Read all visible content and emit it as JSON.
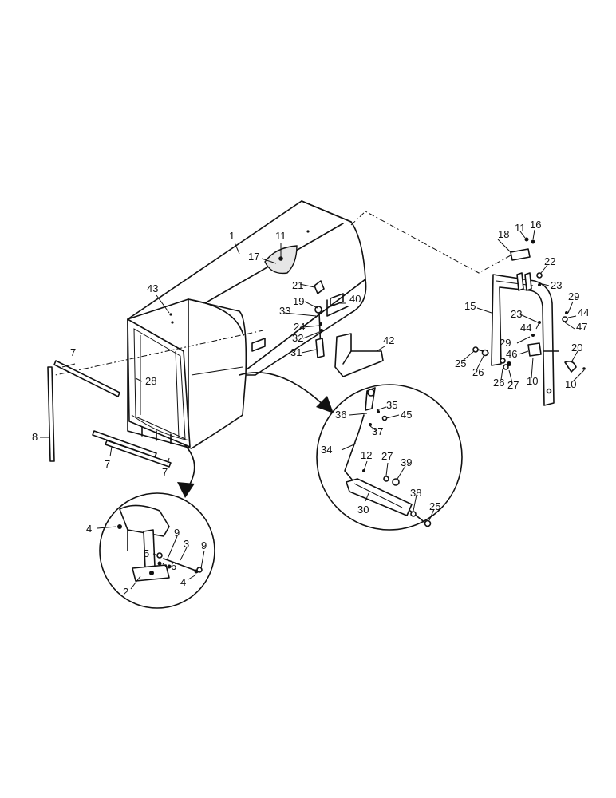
{
  "diagram": {
    "callouts": {
      "c1": "1",
      "c2": "2",
      "c3": "3",
      "c4a": "4",
      "c4b": "4",
      "c5": "5",
      "c6": "6",
      "c7a": "7",
      "c7b": "7",
      "c7c": "7",
      "c8": "8",
      "c9a": "9",
      "c9b": "9",
      "c10a": "10",
      "c10b": "10",
      "c11a": "11",
      "c11b": "11",
      "c12": "12",
      "c15": "15",
      "c16": "16",
      "c17": "17",
      "c18": "18",
      "c19": "19",
      "c20": "20",
      "c21": "21",
      "c22": "22",
      "c23a": "23",
      "c23b": "23",
      "c24": "24",
      "c25a": "25",
      "c25b": "25",
      "c26a": "26",
      "c26b": "26",
      "c27a": "27",
      "c27b": "27",
      "c28": "28",
      "c29a": "29",
      "c29b": "29",
      "c30": "30",
      "c31": "31",
      "c32": "32",
      "c33": "33",
      "c34": "34",
      "c35": "35",
      "c36": "36",
      "c37": "37",
      "c38": "38",
      "c39": "39",
      "c40": "40",
      "c42": "42",
      "c43": "43",
      "c44a": "44",
      "c44b": "44",
      "c45": "45",
      "c46": "46",
      "c47": "47"
    }
  }
}
